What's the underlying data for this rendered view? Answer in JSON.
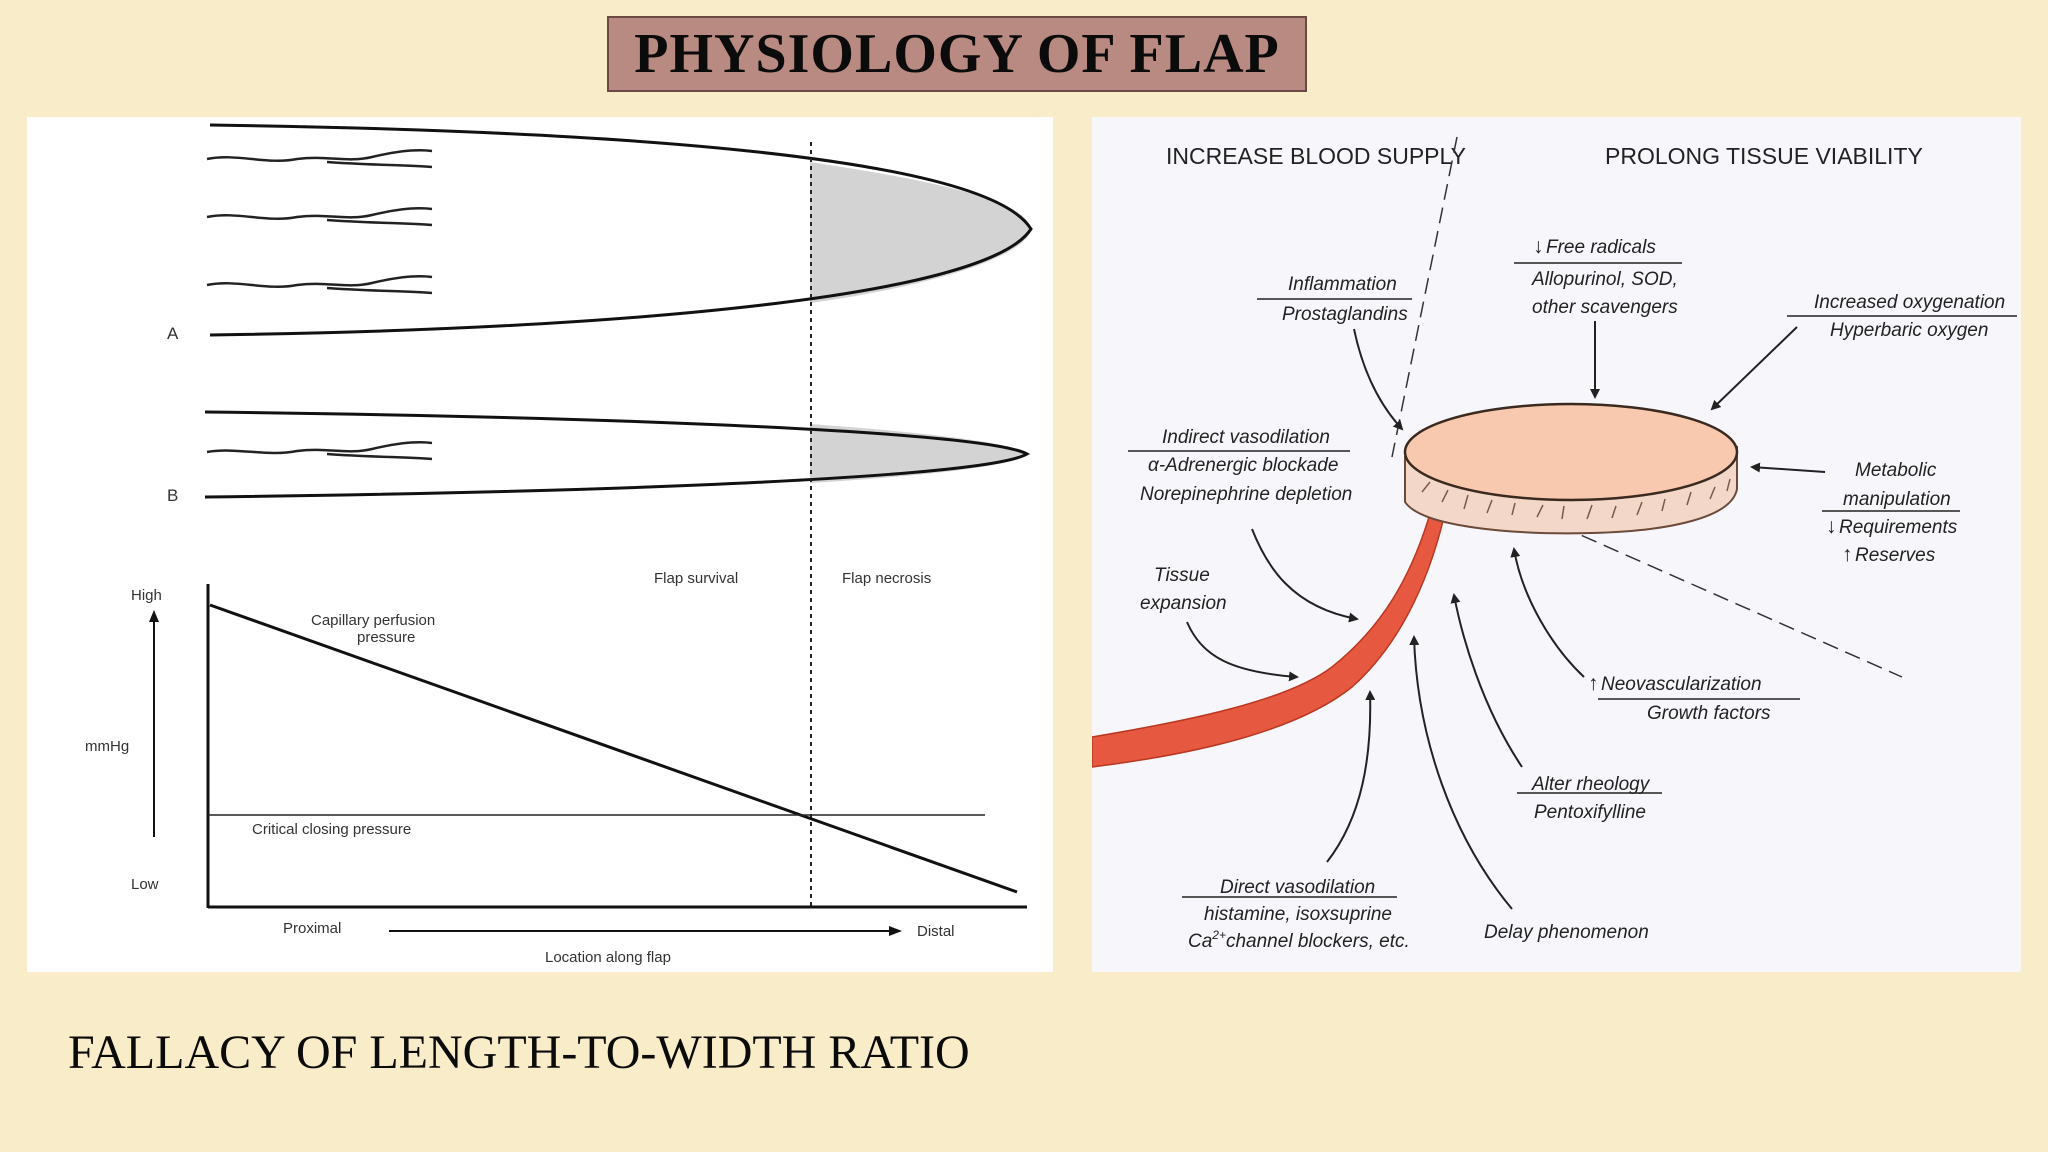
{
  "title": "PHYSIOLOGY OF FLAP",
  "caption": "FALLACY OF LENGTH-TO-WIDTH RATIO",
  "left_diagram": {
    "flap_a_label": "A",
    "flap_b_label": "B",
    "flap_survival": "Flap survival",
    "flap_necrosis": "Flap necrosis",
    "y_high": "High",
    "y_label": "mmHg",
    "y_low": "Low",
    "line_label_1": "Capillary perfusion",
    "line_label_2": "pressure",
    "critical_label": "Critical closing pressure",
    "x_proximal": "Proximal",
    "x_distal": "Distal",
    "x_label": "Location along flap"
  },
  "right_diagram": {
    "header_left": "INCREASE BLOOD SUPPLY",
    "header_right": "PROLONG TISSUE VIABILITY",
    "free_radicals": "Free radicals",
    "allopurinol": "Allopurinol, SOD,",
    "scavengers": "other scavengers",
    "inflammation": "Inflammation",
    "prostaglandins": "Prostaglandins",
    "increased_oxygenation": "Increased oxygenation",
    "hyperbaric": "Hyperbaric oxygen",
    "indirect_vasodilation": "Indirect vasodilation",
    "alpha_blockade": "α-Adrenergic blockade",
    "norepinephrine": "Norepinephrine depletion",
    "metabolic_1": "Metabolic",
    "metabolic_2": "manipulation",
    "requirements": "Requirements",
    "reserves": "Reserves",
    "tissue_1": "Tissue",
    "tissue_2": "expansion",
    "neovascularization": "Neovascularization",
    "growth_factors": "Growth factors",
    "alter_rheology": "Alter rheology",
    "pentoxifylline": "Pentoxifylline",
    "direct_vasodilation": "Direct vasodilation",
    "histamine": "histamine, isoxsuprine",
    "ca_channel": "Ca",
    "ca_sup": "2+",
    "ca_rest": "channel blockers, etc.",
    "delay": "Delay phenomenon"
  }
}
